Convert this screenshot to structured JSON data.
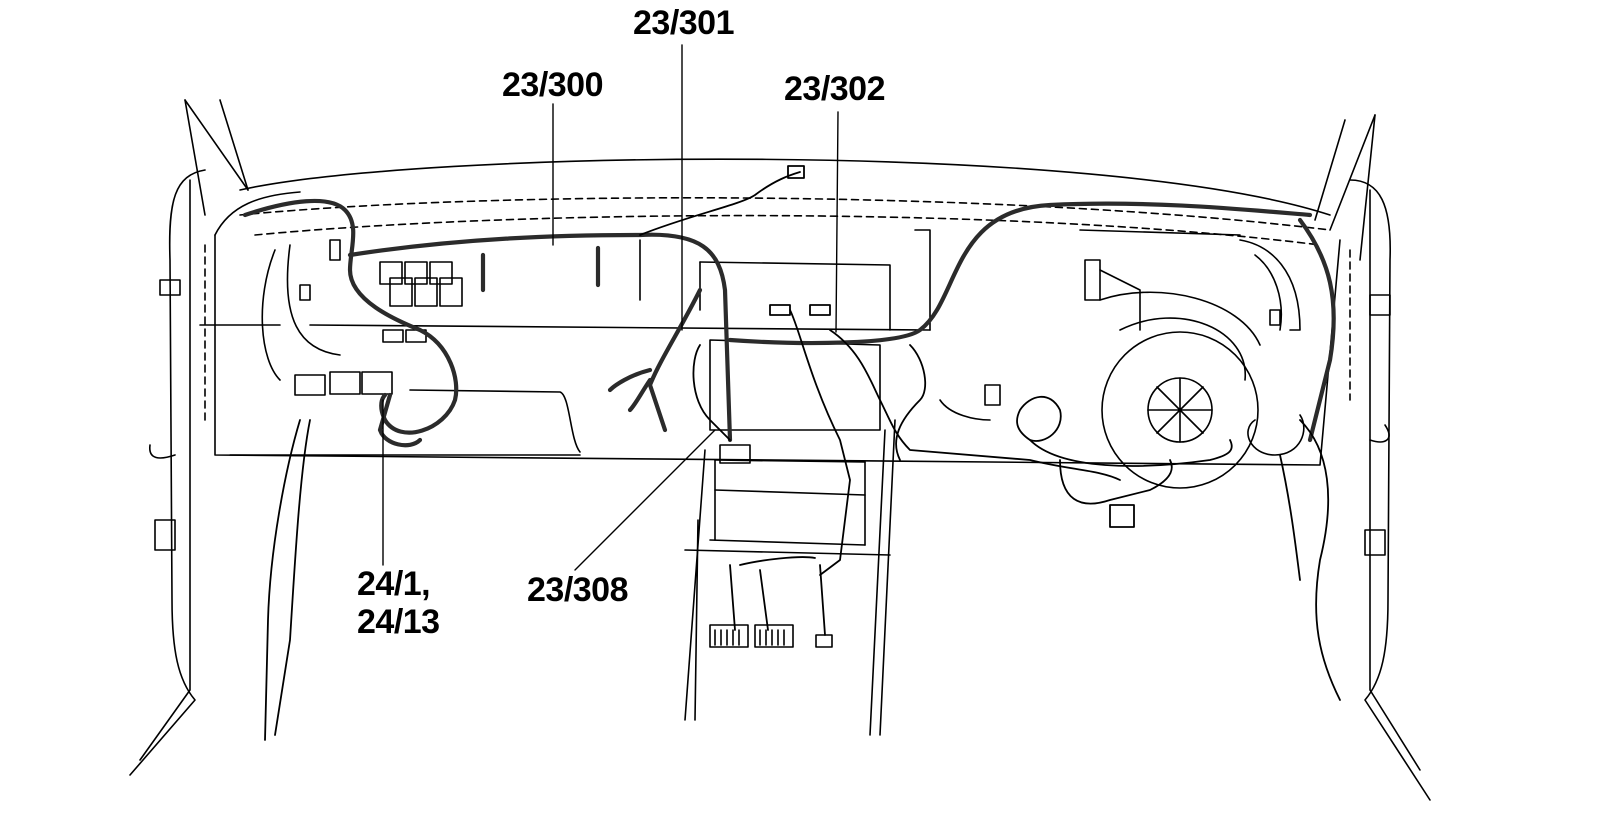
{
  "callouts": {
    "c301": "23/301",
    "c300": "23/300",
    "c302": "23/302",
    "c308": "23/308",
    "c24_line1": "24/1,",
    "c24_line2": "24/13"
  },
  "colors": {
    "line": "#000000",
    "harness": "#2b2b2b",
    "background": "#ffffff"
  }
}
